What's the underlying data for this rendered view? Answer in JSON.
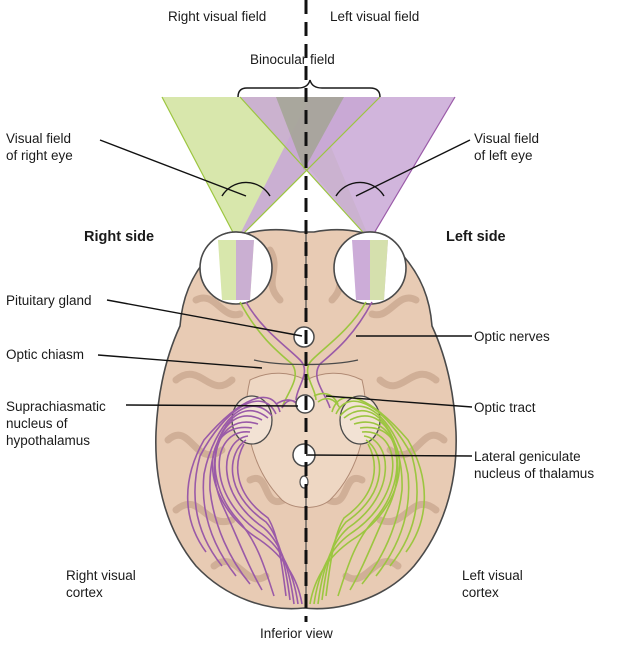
{
  "labels": {
    "right_visual_field": "Right visual field",
    "left_visual_field": "Left visual field",
    "binocular_field": "Binocular field",
    "visual_field_right_eye": "Visual field\nof right eye",
    "visual_field_left_eye": "Visual field\nof left eye",
    "right_side": "Right side",
    "left_side": "Left side",
    "pituitary_gland": "Pituitary gland",
    "optic_nerves": "Optic nerves",
    "optic_chiasm": "Optic chiasm",
    "suprachiasmatic_nucleus": "Suprachiasmatic\nnucleus of\nhypothalamus",
    "optic_tract": "Optic tract",
    "lateral_geniculate_nucleus": "Lateral geniculate\nnucleus of thalamus",
    "right_visual_cortex": "Right visual\ncortex",
    "left_visual_cortex": "Left visual\ncortex",
    "inferior_view": "Inferior view"
  },
  "colors": {
    "green_field": "#d6e6a8",
    "purple_field": "#c9a8d6",
    "overlap_field": "#a8aa98",
    "green_fiber": "#9cc640",
    "purple_fiber": "#9a5aa8",
    "brain_fill": "#e8cbb4",
    "brain_outline": "#4a4a4a"
  }
}
